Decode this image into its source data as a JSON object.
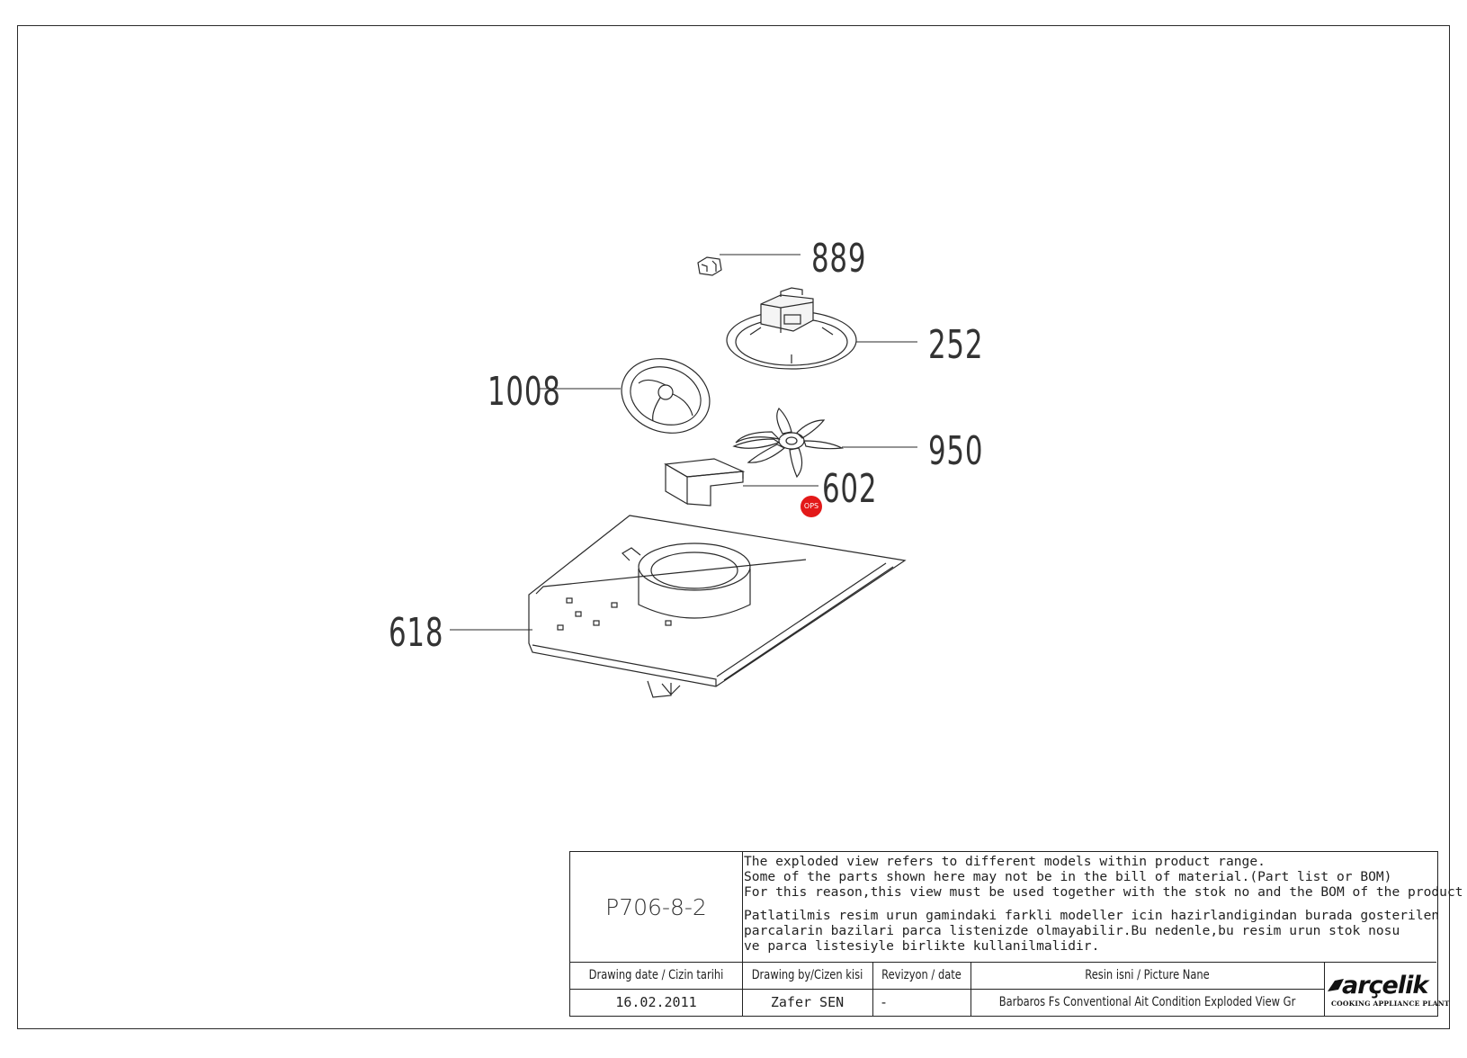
{
  "callouts": {
    "c889": "889",
    "c252": "252",
    "c1008": "1008",
    "c950": "950",
    "c602": "602",
    "c618": "618"
  },
  "ops_badge": "OPS",
  "title_block": {
    "drawing_code": "P706-8-2",
    "notes_en": [
      "The exploded view refers to different models within product range.",
      "Some of the parts shown here may not be in the bill of material.(Part list or BOM)",
      "For this reason,this view must be used together with the stok no and the BOM of the product"
    ],
    "notes_tr": [
      "Patlatilmis resim urun gamindaki farkli modeller icin hazirlandigindan burada gosterilen",
      "parcalarin bazilari parca listenizde olmayabilir.Bu nedenle,bu resim urun stok nosu",
      "ve parca listesiyle birlikte kullanilmalidir."
    ],
    "headers": {
      "drawing_date": "Drawing date / Cizin tarihi",
      "drawing_by": "Drawing by/Cizen kisi",
      "revision": "Revizyon / date",
      "picture_name": "Resin isni / Picture Nane"
    },
    "values": {
      "drawing_date": "16.02.2011",
      "drawing_by": "Zafer SEN",
      "revision": "-",
      "picture_name": "Barbaros Fs Conventional Ait Condition Exploded View Gr"
    }
  },
  "logo": {
    "brand": "arçelik",
    "subtitle": "COOKING APPLIANCE PLANT"
  },
  "colors": {
    "line": "#2a2a2a",
    "badge": "#e31919"
  }
}
